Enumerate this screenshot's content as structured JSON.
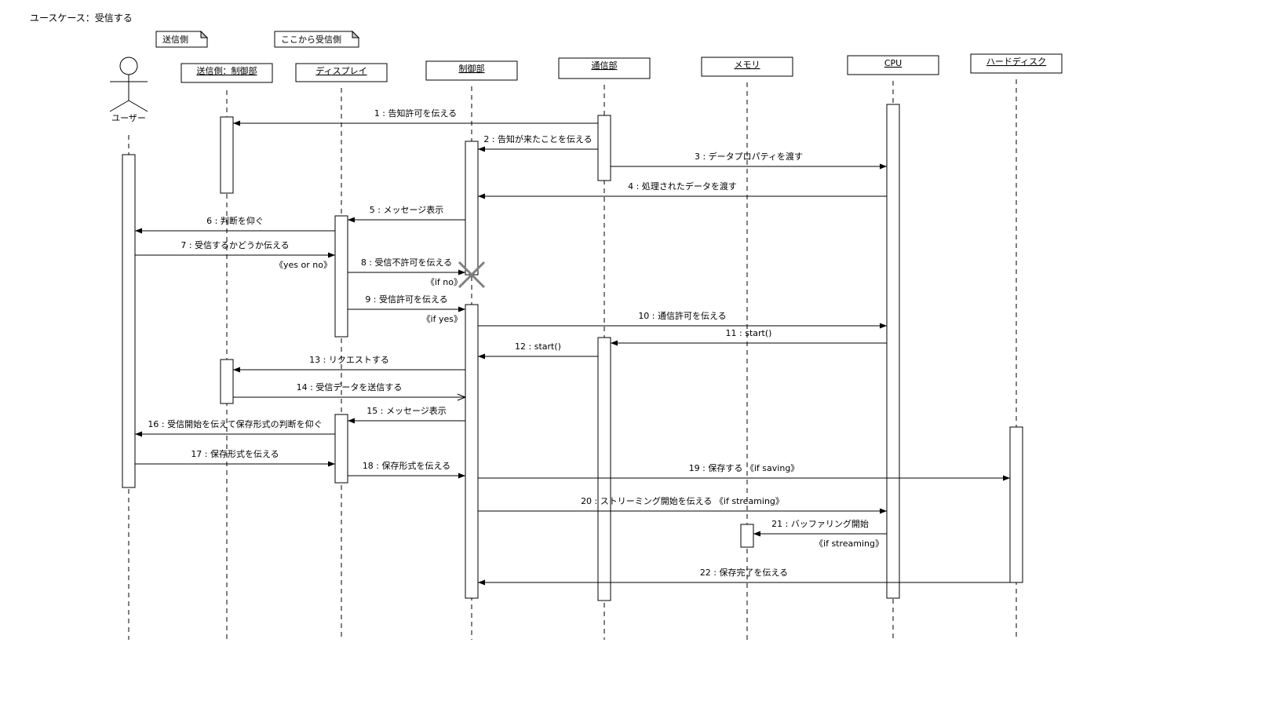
{
  "title": "ユースケース：受信する",
  "notes": [
    "送信側",
    "ここから受信側"
  ],
  "actor": {
    "label": "ユーザー"
  },
  "lifelines": [
    {
      "id": "user",
      "label": "ユーザー"
    },
    {
      "id": "sender",
      "label": "送信側：制御部"
    },
    {
      "id": "display",
      "label": "ディスプレイ"
    },
    {
      "id": "ctrl",
      "label": "制御部"
    },
    {
      "id": "comm",
      "label": "通信部"
    },
    {
      "id": "memory",
      "label": "メモリ"
    },
    {
      "id": "cpu",
      "label": "CPU"
    },
    {
      "id": "hdd",
      "label": "ハードディスク"
    }
  ],
  "messages": [
    {
      "from": "comm",
      "to": "sender",
      "label": "1 : 告知許可を伝える"
    },
    {
      "from": "comm",
      "to": "ctrl",
      "label": "2 : 告知が来たことを伝える"
    },
    {
      "from": "comm",
      "to": "cpu",
      "label": "3 : データプロパティを渡す"
    },
    {
      "from": "cpu",
      "to": "ctrl",
      "label": "4 : 処理されたデータを渡す"
    },
    {
      "from": "ctrl",
      "to": "display",
      "label": "5 : メッセージ表示"
    },
    {
      "from": "display",
      "to": "user",
      "label": "6 : 判断を仰ぐ"
    },
    {
      "from": "user",
      "to": "display",
      "label": "7 : 受信するかどうか伝える",
      "guard": "《yes or no》"
    },
    {
      "from": "display",
      "to": "ctrl",
      "label": "8 : 受信不許可を伝える",
      "guard": "《if no》"
    },
    {
      "from": "display",
      "to": "ctrl",
      "label": "9 : 受信許可を伝える",
      "guard": "《if yes》"
    },
    {
      "from": "ctrl",
      "to": "cpu",
      "label": "10 : 通信許可を伝える"
    },
    {
      "from": "cpu",
      "to": "comm",
      "label": "11 : start()"
    },
    {
      "from": "comm",
      "to": "ctrl",
      "label": "12 : start()"
    },
    {
      "from": "ctrl",
      "to": "sender",
      "label": "13 : リクエストする"
    },
    {
      "from": "sender",
      "to": "ctrl",
      "label": "14 : 受信データを送信する",
      "async": true
    },
    {
      "from": "ctrl",
      "to": "display",
      "label": "15 : メッセージ表示"
    },
    {
      "from": "display",
      "to": "user",
      "label": "16 : 受信開始を伝えて保存形式の判断を仰ぐ"
    },
    {
      "from": "user",
      "to": "display",
      "label": "17 : 保存形式を伝える"
    },
    {
      "from": "display",
      "to": "ctrl",
      "label": "18 : 保存形式を伝える"
    },
    {
      "from": "ctrl",
      "to": "hdd",
      "label": "19 : 保存する 《if saving》"
    },
    {
      "from": "ctrl",
      "to": "cpu",
      "label": "20 : ストリーミング開始を伝える 《if streaming》"
    },
    {
      "from": "cpu",
      "to": "memory",
      "label": "21 : バッファリング開始",
      "guard": "《if streaming》"
    },
    {
      "from": "hdd",
      "to": "ctrl",
      "label": "22 : 保存完了を伝える"
    }
  ],
  "colors": {
    "line": "#000000",
    "destroy": "#808080"
  }
}
